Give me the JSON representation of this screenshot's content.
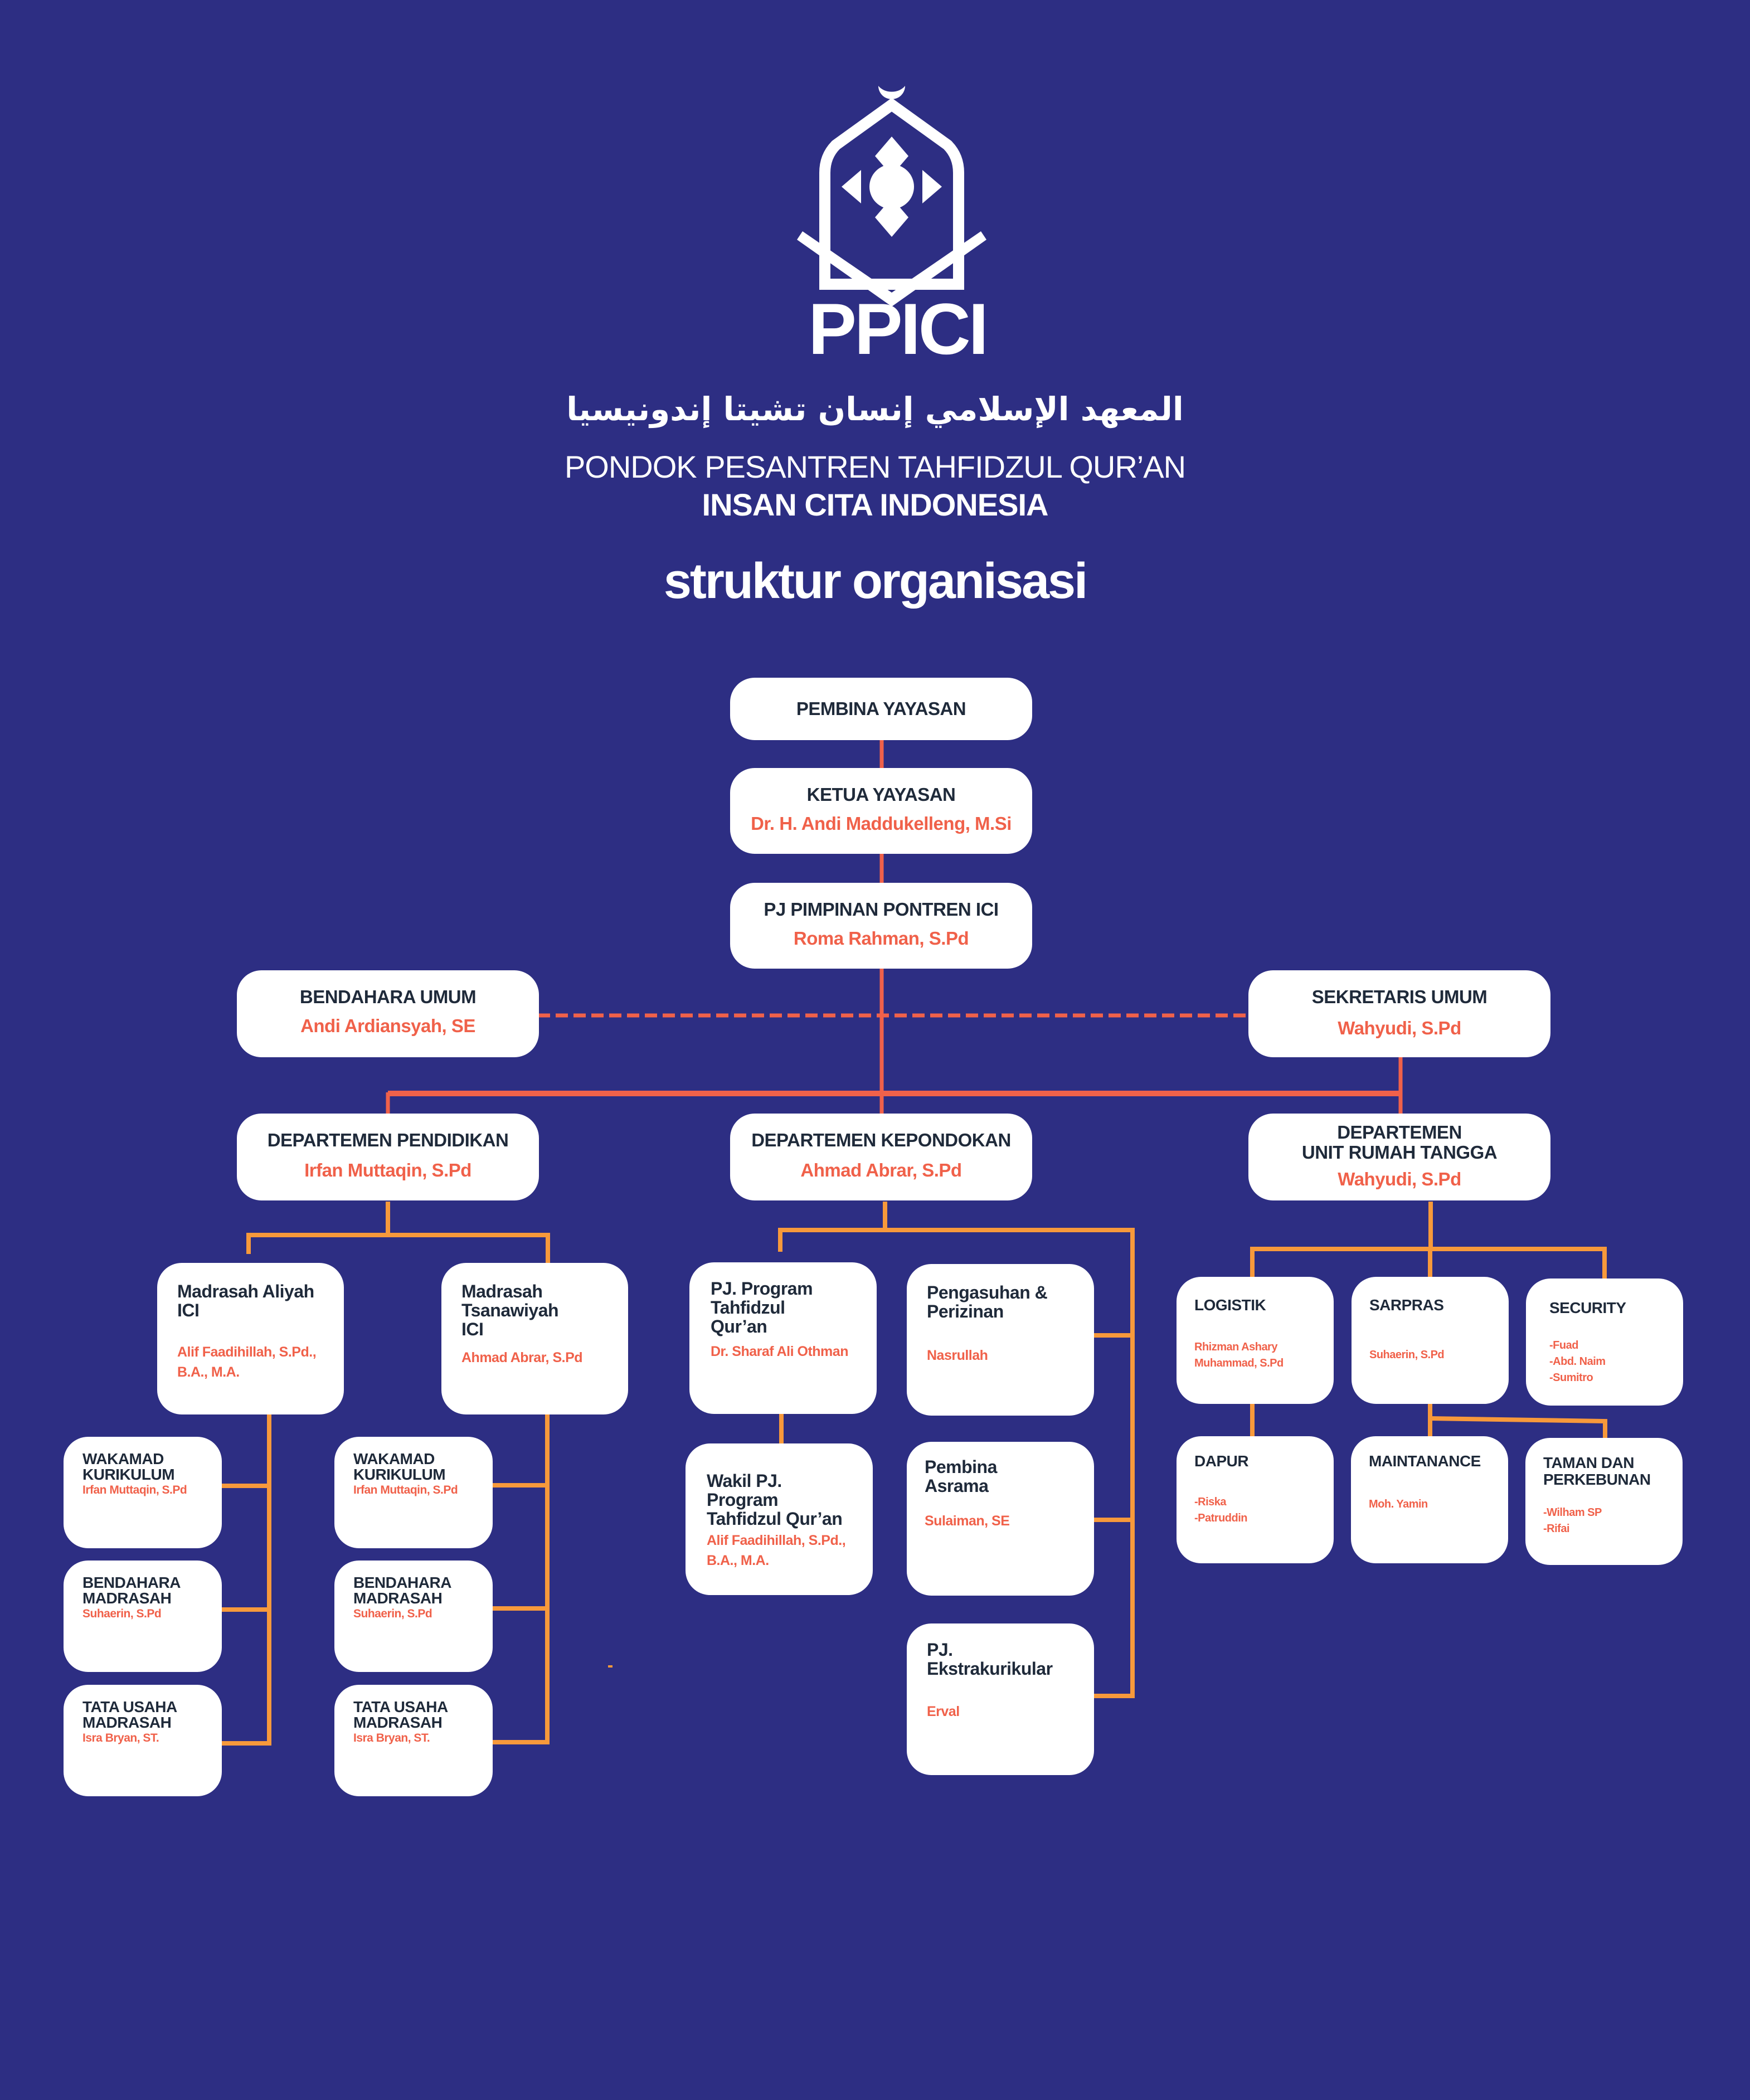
{
  "header": {
    "logo_text": "PPICI",
    "arabic_name": "المعهد الإسلامي إنسان تشيتا إندونيسيا",
    "subtitle_line1": "PONDOK PESANTREN TAHFIDZUL QUR’AN",
    "subtitle_line2": "INSAN CITA INDONESIA",
    "page_title": "struktur organisasi"
  },
  "colors": {
    "background": "#2d2e83",
    "box": "#ffffff",
    "title_text": "#1f2a3a",
    "name_text": "#f0614a",
    "primary_line": "#f0614a",
    "secondary_line": "#f7993b"
  },
  "org": {
    "pembina_yayasan": {
      "title": "PEMBINA YAYASAN"
    },
    "ketua_yayasan": {
      "title": "KETUA YAYASAN",
      "name": "Dr. H. Andi Maddukelleng, M.Si"
    },
    "pj_pimpinan": {
      "title": "PJ PIMPINAN PONTREN ICI",
      "name": "Roma Rahman, S.Pd"
    },
    "bendahara_umum": {
      "title": "BENDAHARA UMUM",
      "name": "Andi Ardiansyah, SE"
    },
    "sekretaris_umum": {
      "title": "SEKRETARIS UMUM",
      "name": "Wahyudi, S.Pd"
    },
    "dept_pendidikan": {
      "title": "DEPARTEMEN PENDIDIKAN",
      "name": "Irfan Muttaqin, S.Pd",
      "madrasah_aliyah": {
        "title": "Madrasah Aliyah\nICI",
        "name": "Alif Faadihillah, S.Pd.,\nB.A., M.A.",
        "staff": [
          {
            "title": "WAKAMAD\nKURIKULUM",
            "name": "Irfan Muttaqin, S.Pd"
          },
          {
            "title": "BENDAHARA\nMADRASAH",
            "name": "Suhaerin, S.Pd"
          },
          {
            "title": "TATA USAHA\nMADRASAH",
            "name": "Isra Bryan, ST."
          }
        ]
      },
      "madrasah_tsanawiyah": {
        "title": "Madrasah\nTsanawiyah\nICI",
        "name": "Ahmad Abrar, S.Pd",
        "staff": [
          {
            "title": "WAKAMAD\nKURIKULUM",
            "name": "Irfan Muttaqin, S.Pd"
          },
          {
            "title": "BENDAHARA\nMADRASAH",
            "name": "Suhaerin, S.Pd"
          },
          {
            "title": "TATA USAHA\nMADRASAH",
            "name": "Isra Bryan, ST."
          }
        ]
      }
    },
    "dept_kepondokan": {
      "title": "DEPARTEMEN KEPONDOKAN",
      "name": "Ahmad Abrar, S.Pd",
      "pj_tahfidz": {
        "title": "PJ. Program\nTahfidzul\nQur’an",
        "name": "Dr. Sharaf Ali Othman"
      },
      "wakil_pj_tahfidz": {
        "title": "Wakil PJ.\nProgram\nTahfidzul Qur’an",
        "name": "Alif Faadihillah, S.Pd.,\nB.A., M.A."
      },
      "pengasuhan": {
        "title": "Pengasuhan &\nPerizinan",
        "name": "Nasrullah"
      },
      "pembina_asrama": {
        "title": "Pembina\nAsrama",
        "name": "Sulaiman, SE"
      },
      "pj_ekstrakurikular": {
        "title": "PJ.\nEkstrakurikular",
        "name": "Erval"
      }
    },
    "dept_urt": {
      "title": "DEPARTEMEN\nUNIT RUMAH TANGGA",
      "name": "Wahyudi, S.Pd",
      "logistik": {
        "title": "LOGISTIK",
        "name": "Rhizman Ashary\nMuhammad, S.Pd"
      },
      "sarpras": {
        "title": "SARPRAS",
        "name": "Suhaerin, S.Pd"
      },
      "security": {
        "title": "SECURITY",
        "name": "-Fuad\n-Abd. Naim\n-Sumitro"
      },
      "dapur": {
        "title": "DAPUR",
        "name": "-Riska\n-Patruddin"
      },
      "maintanance": {
        "title": "MAINTANANCE",
        "name": "Moh. Yamin"
      },
      "taman": {
        "title": "TAMAN DAN\nPERKEBUNAN",
        "name": "-Wilham SP\n-Rifai"
      }
    }
  }
}
